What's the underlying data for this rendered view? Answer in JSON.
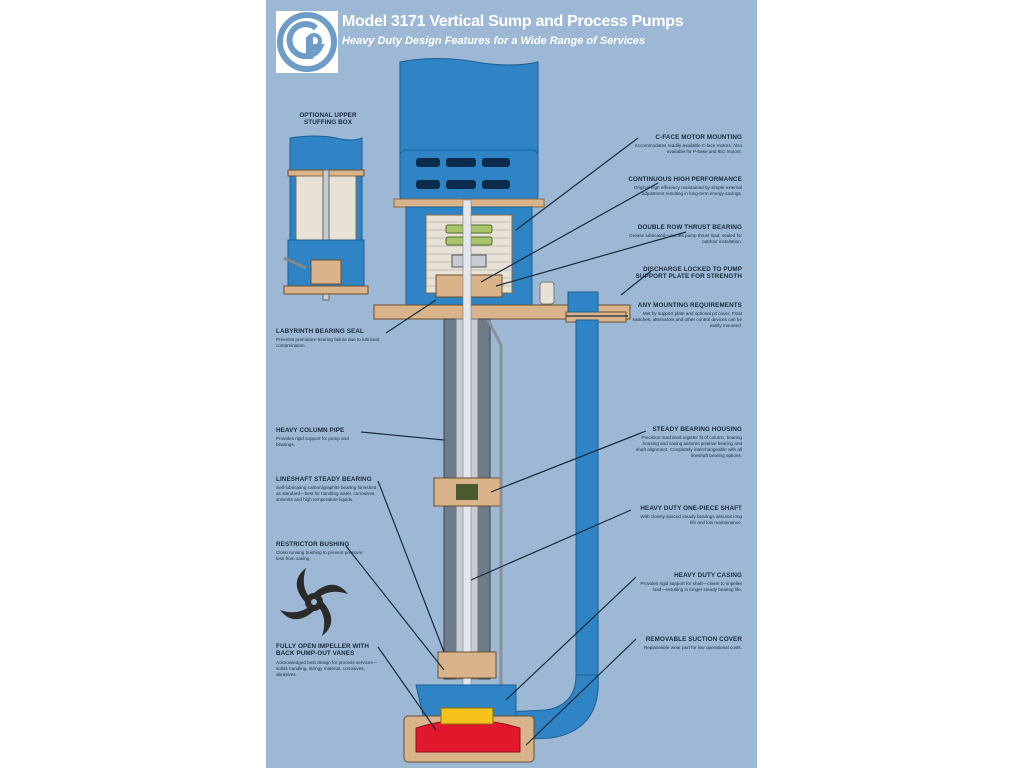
{
  "header": {
    "title": "Model 3171 Vertical Sump and Process Pumps",
    "subtitle": "Heavy Duty Design Features for a Wide Range of Services"
  },
  "colors": {
    "background": "#9cb8d4",
    "pump_blue": "#2f84c5",
    "tan": "#d9b48a",
    "shaft": "#c7ccd2",
    "impeller": "#e2172c",
    "impeller_yellow": "#f4c21b"
  },
  "inset_label": "OPTIONAL UPPER STUFFING BOX",
  "callouts_right": [
    {
      "heading": "C-FACE MOTOR MOUNTING",
      "desc": "Accommodates readily available C-face motors. Also available for P-base and IEC motors."
    },
    {
      "heading": "CONTINUOUS HIGH PERFORMANCE",
      "desc": "Original high efficiency maintained by simple external adjustment resulting in long-term energy savings."
    },
    {
      "heading": "DOUBLE ROW THRUST BEARING",
      "desc": "Grease lubricated—carries pump thrust load; sealed for outdoor installation."
    },
    {
      "heading": "DISCHARGE LOCKED TO PUMP SUPPORT PLATE FOR STRENGTH",
      "desc": ""
    },
    {
      "heading": "ANY MOUNTING REQUIREMENTS",
      "desc": "Met by support plate and optional pit cover. Float switches, alternators and other control devices can be easily mounted."
    },
    {
      "heading": "STEADY BEARING HOUSING",
      "desc": "Precision machined register fit of column, bearing housing and casing assures positive bearing and shaft alignment. Completely interchangeable with all lineshaft bearing options."
    },
    {
      "heading": "HEAVY DUTY ONE-PIECE SHAFT",
      "desc": "With closely spaced steady bearings assures long life and low maintenance."
    },
    {
      "heading": "HEAVY DUTY CASING",
      "desc": "Provides rigid support for shaft—closer to impeller load—resulting in longer steady bearing life."
    },
    {
      "heading": "REMOVABLE SUCTION COVER",
      "desc": "Replaceable wear part for low operational costs."
    }
  ],
  "callouts_left": [
    {
      "heading": "LABYRINTH BEARING SEAL",
      "desc": "Prevents premature bearing failure due to lubricant contamination."
    },
    {
      "heading": "HEAVY COLUMN PIPE",
      "desc": "Provides rigid support for pump and bearings."
    },
    {
      "heading": "LINESHAFT STEADY BEARING",
      "desc": "Self-lubricating carbon/graphite bearing furnished as standard—best for handling water, corrosives, solvents and high temperature liquids."
    },
    {
      "heading": "RESTRICTOR BUSHING",
      "desc": "Close running bushing to prevent pressure loss from casing."
    },
    {
      "heading": "FULLY OPEN IMPELLER WITH BACK PUMP-OUT VANES",
      "desc": "Acknowledged best design for process services—solids handling, stringy material, corrosives, abrasives."
    }
  ]
}
